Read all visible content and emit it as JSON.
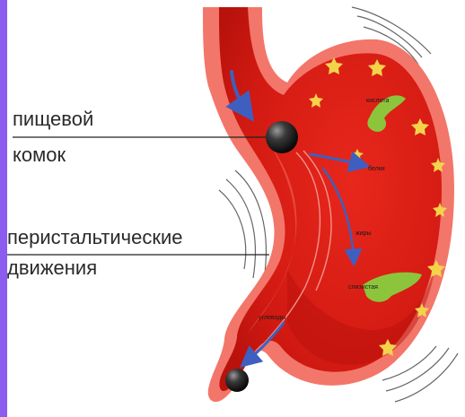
{
  "labels": {
    "bolus_line1": "пищевой",
    "bolus_line2": "комок",
    "peristalsis_line1": "перистальтические",
    "peristalsis_line2": "движения"
  },
  "inner_labels": {
    "top": "кислота",
    "mid": "белки",
    "fats": "жиры",
    "lower": "слизистая",
    "carbs": "углеводы"
  },
  "colors": {
    "edge_strip": "#8b5cf0",
    "stomach_outer": "#f3766a",
    "stomach_inner": "#d81e14",
    "inner_dark": "#b50f0a",
    "arrow_blue": "#3f5fc0",
    "star_yellow": "#f2d34a",
    "green_patch": "#8cc53c",
    "bolus": "#1c1c1c",
    "pointer_line": "#222222"
  }
}
